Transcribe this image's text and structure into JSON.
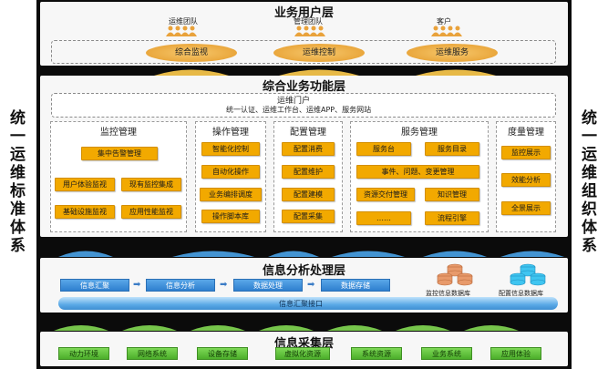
{
  "left_title": [
    "统",
    "一",
    "运",
    "维",
    "标",
    "准",
    "体",
    "系"
  ],
  "right_title": [
    "统",
    "一",
    "运",
    "维",
    "组",
    "织",
    "体",
    "系"
  ],
  "layer1": {
    "title": "业务用户层",
    "users": [
      "运维团队",
      "管理团队",
      "客户"
    ],
    "ovals": [
      "综合监视",
      "运维控制",
      "运维服务"
    ]
  },
  "layer2": {
    "title": "综合业务功能层",
    "portal_title": "运维门户",
    "portal_sub": "统一认证、运维工作台、运维APP、服务网站",
    "panels": {
      "monitor": {
        "title": "监控管理",
        "items": [
          "集中告警管理",
          "用户体验监视",
          "现有监控集成",
          "基础设施监视",
          "应用性能监视"
        ]
      },
      "ops": {
        "title": "操作管理",
        "items": [
          "智能化控制",
          "自动化操作",
          "业务编排调度",
          "操作脚本库"
        ]
      },
      "config": {
        "title": "配置管理",
        "items": [
          "配置消费",
          "配置维护",
          "配置建模",
          "配置采集"
        ]
      },
      "service": {
        "title": "服务管理",
        "items": [
          "服务台",
          "服务目录",
          "事件、问题、变更管理",
          "资源交付管理",
          "知识管理",
          "……",
          "流程引擎"
        ]
      },
      "measure": {
        "title": "度量管理",
        "items": [
          "监控展示",
          "效能分析",
          "全景展示"
        ]
      }
    }
  },
  "layer3": {
    "title": "信息分析处理层",
    "steps": [
      "信息汇聚",
      "信息分析",
      "数据处理",
      "数据存储"
    ],
    "db_labels": [
      "监控信息数据库",
      "配置信息数据库"
    ],
    "bus": "信息汇聚接口"
  },
  "layer4": {
    "title": "信息采集层",
    "items": [
      "动力环境",
      "网络系统",
      "设备存储",
      "虚拟化资源",
      "系统资源",
      "业务系统",
      "应用体验"
    ]
  },
  "colors": {
    "yellow": "#f2a900",
    "blue": "#2e7fcf",
    "green": "#4cae2a",
    "orange_db": "#e89a6b",
    "cyan_db": "#3fc5f0"
  }
}
